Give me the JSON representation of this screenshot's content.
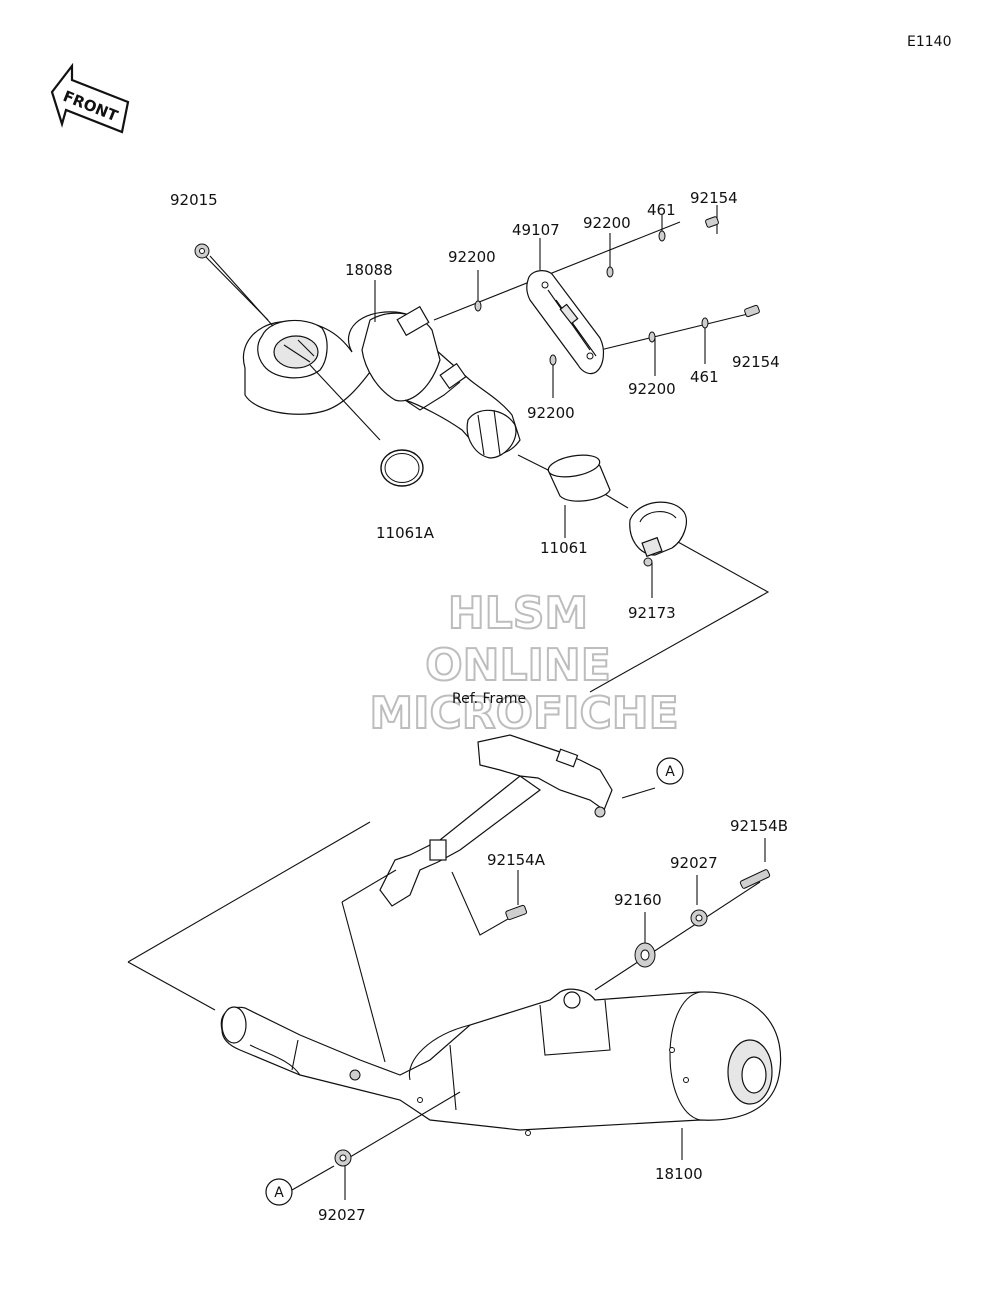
{
  "page_code": "E1140",
  "front_label": "FRONT",
  "watermark": {
    "line1": "HLSM",
    "line2": "ONLINE",
    "line3": "MICROFICHE"
  },
  "ref_frame": "Ref. Frame",
  "circle_ref": "A",
  "parts": {
    "p92015": "92015",
    "p18088": "18088",
    "p92200_a": "92200",
    "p49107": "49107",
    "p92200_b": "92200",
    "p461_a": "461",
    "p92154_a": "92154",
    "p92154_b": "92154",
    "p461_b": "461",
    "p92200_c": "92200",
    "p92200_d": "92200",
    "p11061A": "11061A",
    "p11061": "11061",
    "p92173": "92173",
    "p92154A": "92154A",
    "p92154B": "92154B",
    "p92027_a": "92027",
    "p92160": "92160",
    "p18100": "18100",
    "p92027_b": "92027"
  }
}
